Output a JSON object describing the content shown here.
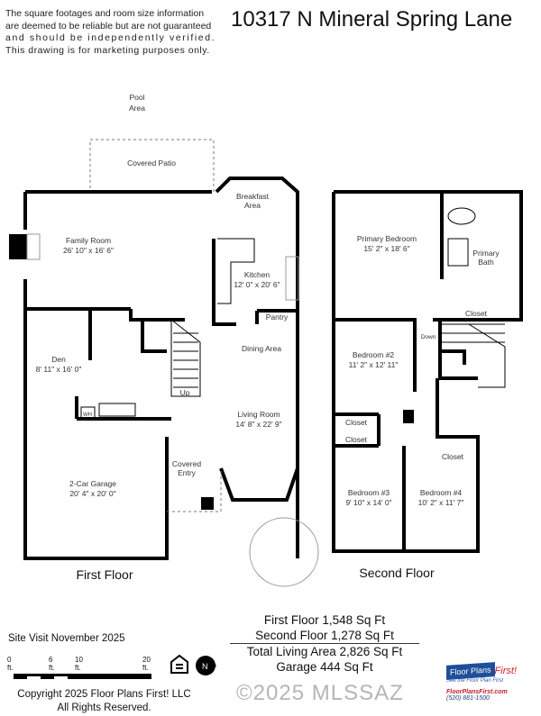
{
  "disclaimer": [
    "The square footages and room size information",
    "are deemed to be reliable but are not guaranteed",
    "and should be independently verified.",
    "This drawing is for marketing purposes only."
  ],
  "title": "10317 N Mineral Spring Lane",
  "first_floor": {
    "label": "First Floor",
    "outside": {
      "pool": "Pool",
      "area": "Area",
      "patio": "Covered Patio",
      "entry1": "Covered",
      "entry2": "Entry"
    },
    "rooms": {
      "family": {
        "name": "Family Room",
        "size": "26' 10\" x 16' 6\""
      },
      "breakfast1": "Breakfast",
      "breakfast2": "Area",
      "kitchen": {
        "name": "Kitchen",
        "size": "12' 0\" x 20' 6\""
      },
      "pantry": "Pantry",
      "dining": "Dining Area",
      "den": {
        "name": "Den",
        "size": "8' 11\" x 16' 0\""
      },
      "living": {
        "name": "Living Room",
        "size": "14' 8\" x 22' 9\""
      },
      "garage": {
        "name": "2-Car Garage",
        "size": "20' 4\" x 20' 0\""
      },
      "up": "Up",
      "wh": "WH"
    }
  },
  "second_floor": {
    "label": "Second Floor",
    "rooms": {
      "primary_bed": {
        "name": "Primary Bedroom",
        "size": "15' 2\" x 18' 6\""
      },
      "primary_bath1": "Primary",
      "primary_bath2": "Bath",
      "closet": "Closet",
      "down": "Down",
      "bed2": {
        "name": "Bedroom #2",
        "size": "11' 2\" x 12' 11\""
      },
      "bed3": {
        "name": "Bedroom #3",
        "size": "9' 10\" x 14' 0\""
      },
      "bed4": {
        "name": "Bedroom #4",
        "size": "10' 2\" x 11' 7\""
      }
    }
  },
  "site_visit": "Site Visit November 2025",
  "scale": {
    "t0": "0 ft.",
    "t6": "6 ft.",
    "t10": "10 ft.",
    "t20": "20 ft."
  },
  "areas": {
    "first": "First Floor 1,548 Sq Ft",
    "second": "Second Floor 1,278 Sq Ft",
    "total": "Total Living Area 2,826 Sq Ft",
    "garage": "Garage 444 Sq Ft"
  },
  "copyright": [
    "Copyright 2025 Floor Plans First! LLC",
    "All Rights Reserved."
  ],
  "watermark": "©2025 MLSSAZ",
  "logo": {
    "name": "Floor Plans",
    "first": "First!",
    "tagline": "See the Floor Plan First",
    "url": "FloorPlansFirst.com",
    "phone": "(520) 881-1500"
  },
  "icons": [
    "equal-housing-icon",
    "north-arrow-icon"
  ]
}
